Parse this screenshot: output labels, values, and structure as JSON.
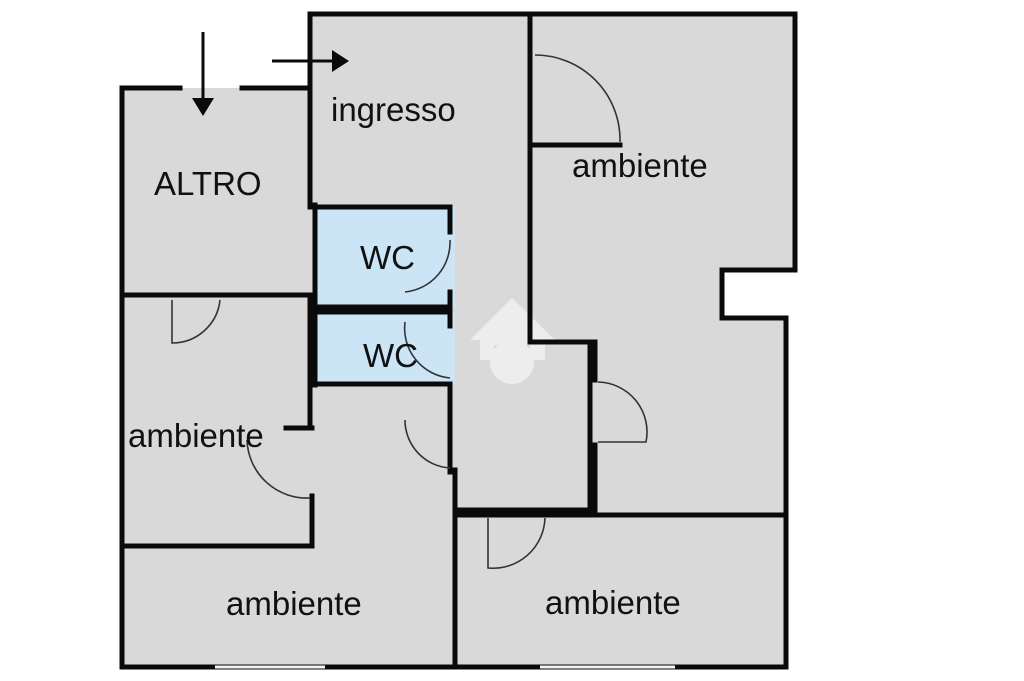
{
  "colors": {
    "floor": "#d9d9d9",
    "wc": "#cce5f6",
    "wall": "#0a0a0a",
    "background": "#ffffff"
  },
  "rooms": {
    "ingresso": "ingresso",
    "altro": "ALTRO",
    "wc_upper": "WC",
    "wc_lower": "WC",
    "ambiente_top_right": "ambiente",
    "ambiente_left": "ambiente",
    "ambiente_bottom_left": "ambiente",
    "ambiente_bottom_right": "ambiente"
  },
  "icons": {
    "entry_arrow_down": "arrow-down-icon",
    "entry_arrow_right": "arrow-right-icon",
    "watermark": "house-watermark-icon"
  }
}
